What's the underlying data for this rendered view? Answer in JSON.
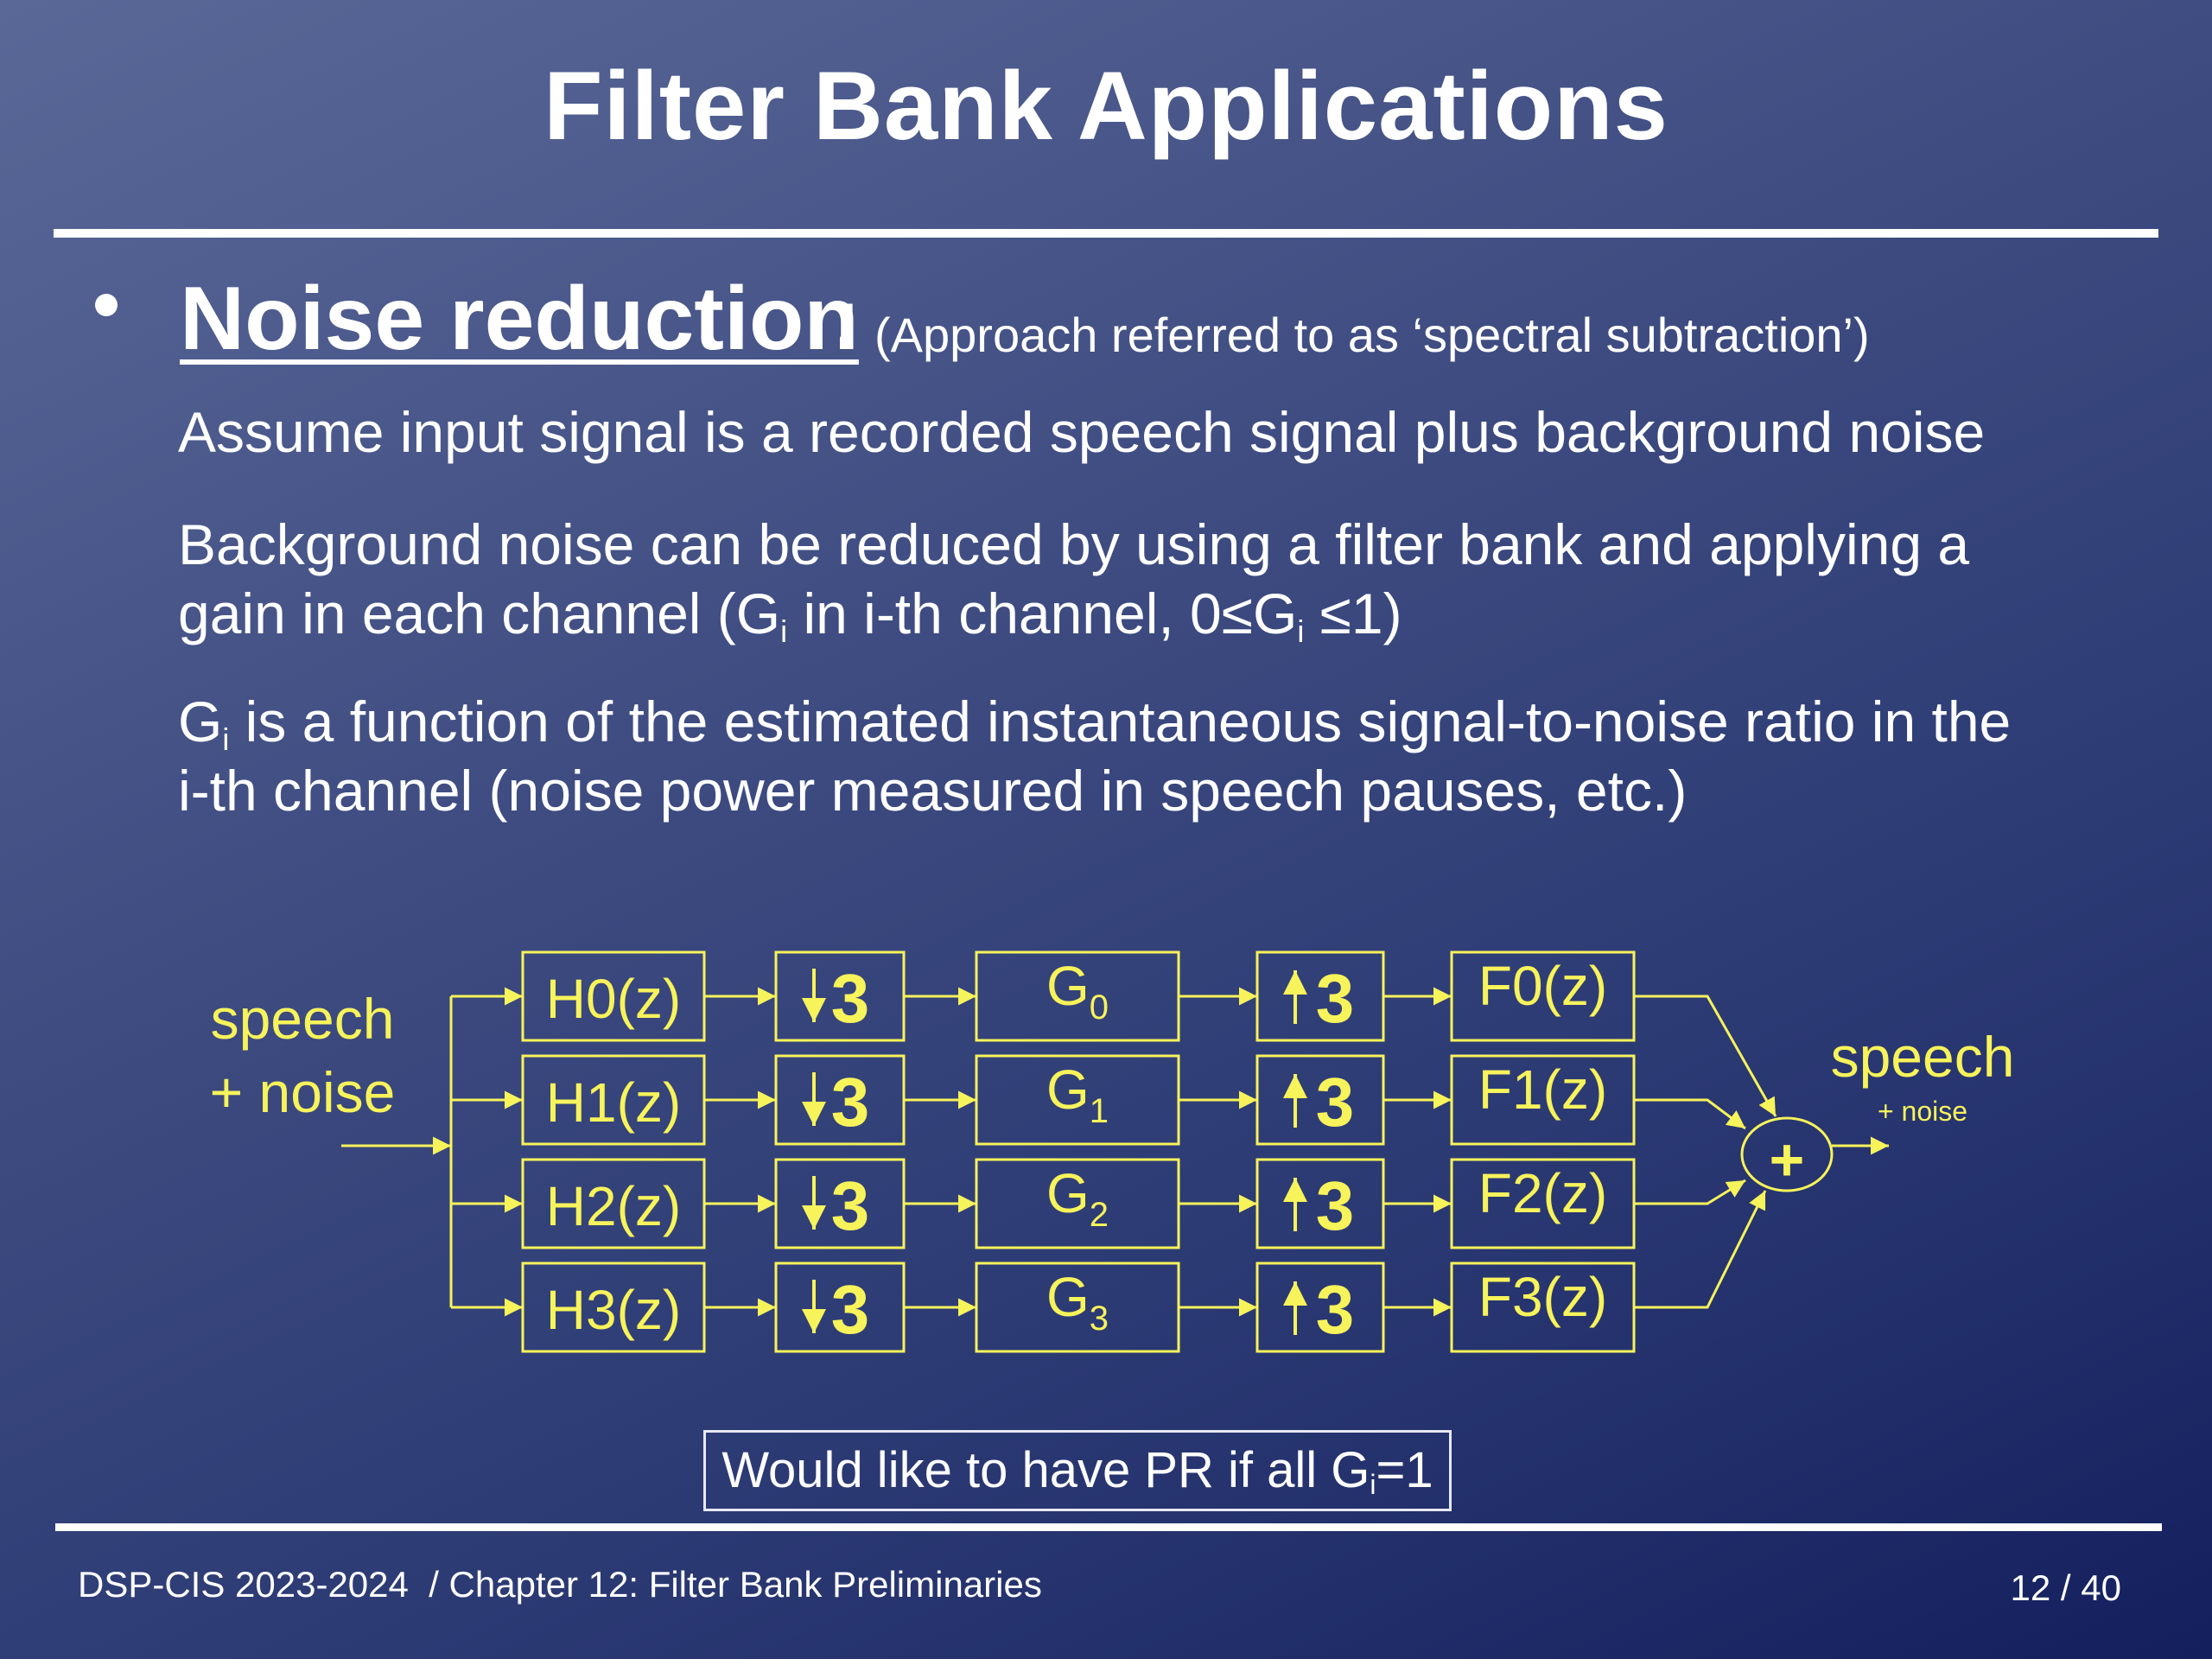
{
  "slide": {
    "title": "Filter Bank Applications",
    "bullet_title": "Noise reduction",
    "bullet_colon": ":",
    "bullet_note": "(Approach referred to as ‘spectral subtraction’)",
    "p1": "Assume input signal is a recorded speech signal plus background noise",
    "p2_line1": "Background noise can be reduced by using a filter bank and applying a",
    "p2_line2_a": "gain in each channel (G",
    "p2_line2_sub1": "i",
    "p2_line2_b": " in i-th channel, 0≤G",
    "p2_line2_sub2": "i",
    "p2_line2_c": " ≤1)",
    "p3_line1_a": "G",
    "p3_line1_sub": "i",
    "p3_line1_b": " is a function of the estimated instantaneous signal-to-noise ratio in the",
    "p3_line2": "i-th channel (noise power measured in speech pauses, etc.)"
  },
  "diagram": {
    "input_label_1": "speech",
    "input_label_2": "+ noise",
    "analysis_filters": [
      "H0(z)",
      "H1(z)",
      "H2(z)",
      "H3(z)"
    ],
    "downsample_factor": "3",
    "gain_symbol": "G",
    "gain_subscripts": [
      "0",
      "1",
      "2",
      "3"
    ],
    "upsample_factor": "3",
    "synthesis_filters": [
      "F0(z)",
      "F1(z)",
      "F2(z)",
      "F3(z)"
    ],
    "sum_symbol": "+",
    "output_label_1": "speech",
    "output_label_2": "+ noise",
    "line_color": "#f7f35a"
  },
  "pr_note": {
    "text_a": "Would like to have PR if all G",
    "sub": "i",
    "text_b": "=1"
  },
  "footer": {
    "left": "DSP-CIS 2023-2024  / Chapter 12: Filter Bank Preliminaries",
    "page": "12 / 40"
  }
}
